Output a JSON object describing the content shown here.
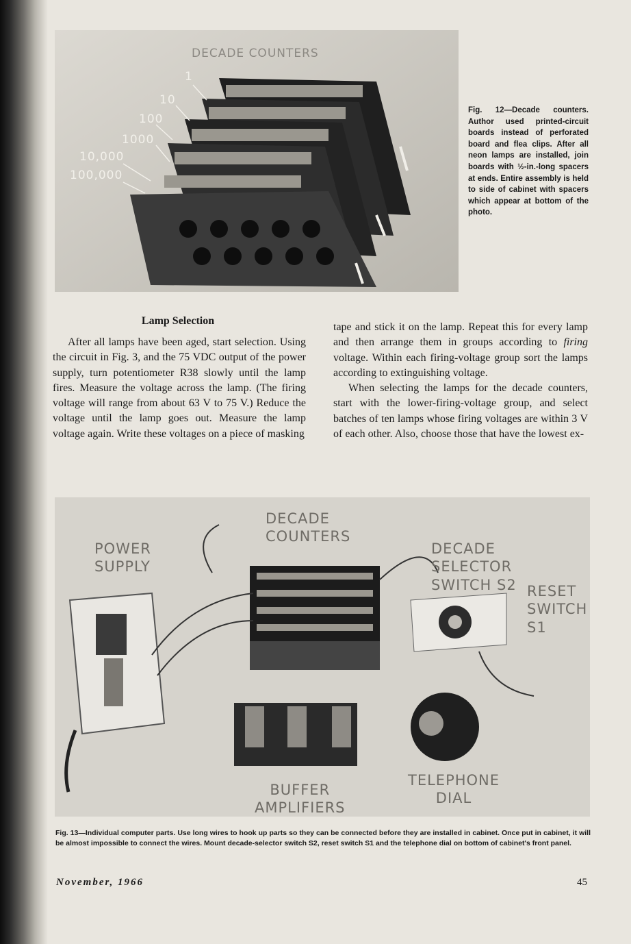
{
  "figure12": {
    "title_label": "DECADE COUNTERS",
    "decade_labels": [
      "1",
      "10",
      "100",
      "1000",
      "10,000",
      "100,000"
    ],
    "caption": "Fig. 12—Decade counters. Author used printed-circuit boards instead of perforated board and flea clips. After all neon lamps are installed, join boards with ½-in.-long spacers at ends. Entire assembly is held to side of cabinet with spacers which appear at bottom of the photo."
  },
  "article": {
    "heading": "Lamp Selection",
    "left_paragraphs": [
      "After all lamps have been aged, start selection. Using the circuit in Fig. 3, and the 75 VDC output of the power supply, turn potentiometer R38 slowly until the lamp fires. Measure the voltage across the lamp. (The firing voltage will range from about 63 V to 75 V.) Reduce the voltage until the lamp goes out. Measure the lamp voltage again. Write these voltages on a piece of masking"
    ],
    "right_p1_before": "tape and stick it on the lamp. Repeat this for every lamp and then arrange them in groups according to ",
    "right_p1_emph": "firing",
    "right_p1_after": " voltage. Within each firing-voltage group sort the lamps according to extinguishing voltage.",
    "right_p2": "When selecting the lamps for the decade counters, start with the lower-firing-voltage group, and select batches of ten lamps whose firing voltages are within 3 V of each other. Also, choose those that have the lowest ex-"
  },
  "figure13": {
    "labels": {
      "power_supply": "POWER\nSUPPLY",
      "decade_counters": "DECADE\nCOUNTERS",
      "decade_selector": "DECADE\nSELECTOR\nSWITCH S2",
      "reset_switch": "RESET\nSWITCH\nS1",
      "buffer_amplifiers": "BUFFER\nAMPLIFIERS",
      "telephone_dial": "TELEPHONE\nDIAL"
    },
    "caption": "Fig. 13—Individual computer parts. Use long wires to hook up parts so they can be connected before they are installed in cabinet. Once put in cabinet, it will be almost impossible to connect the wires. Mount decade-selector switch S2, reset switch S1 and the telephone dial on bottom of cabinet's front panel."
  },
  "footer": {
    "date": "November, 1966",
    "page_number": "45"
  }
}
